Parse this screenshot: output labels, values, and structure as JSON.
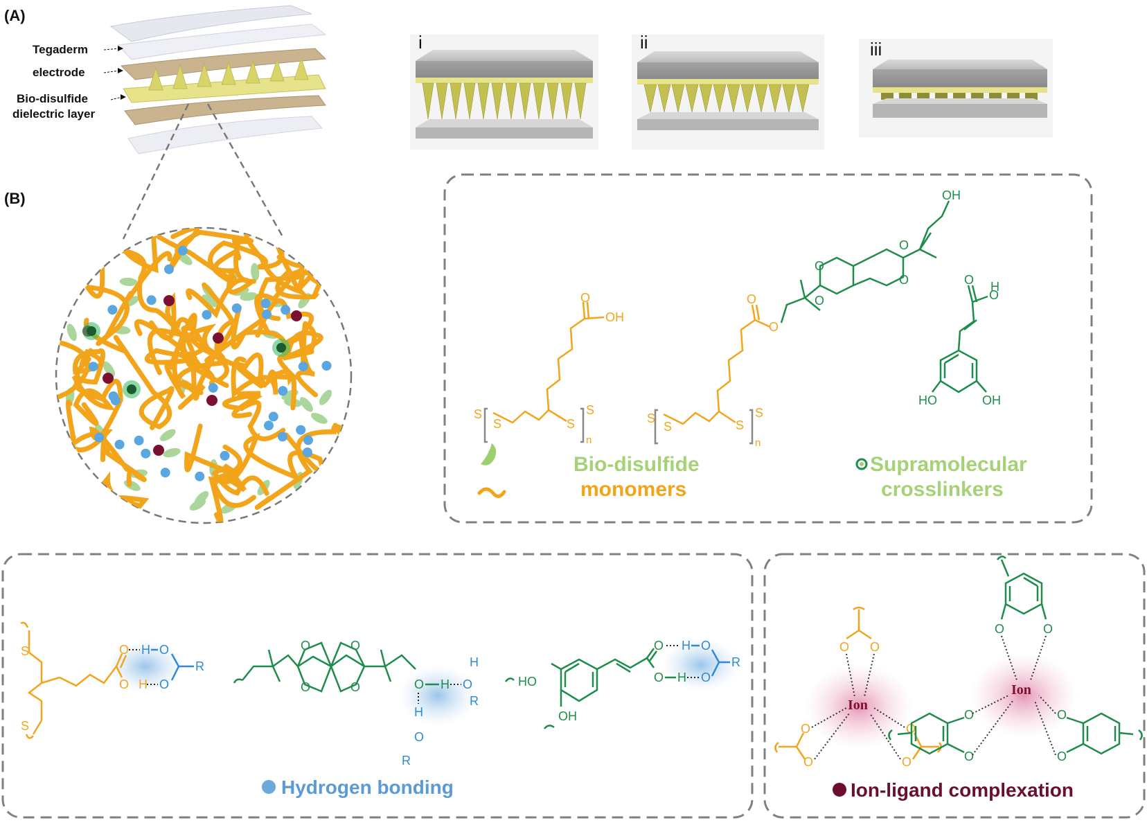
{
  "panels": {
    "a_label": "(A)",
    "b_label": "(B)"
  },
  "layers": {
    "tegaderm": "Tegaderm",
    "electrode": "electrode",
    "dielectric_line1": "Bio-disulfide",
    "dielectric_line2": "dielectric layer"
  },
  "compression": {
    "i": "i",
    "ii": "ii",
    "iii": "iii"
  },
  "legend": {
    "monomers_line1": "Bio-disulfide",
    "monomers_line2": "monomers",
    "crosslinkers_line1": "Supramolecular",
    "crosslinkers_line2": "crosslinkers",
    "hbond": "Hydrogen bonding",
    "ion_ligand": "Ion-ligand complexation"
  },
  "atoms": {
    "oh": "OH",
    "o": "O",
    "h": "H",
    "s": "S",
    "n": "n",
    "ho": "HO",
    "r": "R",
    "ion": "Ion"
  },
  "colors": {
    "yellow": "#f2a51a",
    "green": "#1e8c4a",
    "light_green": "#9ccf6e",
    "blue": "#2f89d6",
    "light_blue": "#a9cdee",
    "maroon": "#7a1130",
    "pink": "#e8a7bd",
    "dashed_gray": "#8a8a8a"
  },
  "icons": [
    "hbond-dot-icon",
    "ion-dot-icon",
    "crosslinker-ring-icon",
    "monomer-chain-icon",
    "monomer-leaf-icon"
  ]
}
